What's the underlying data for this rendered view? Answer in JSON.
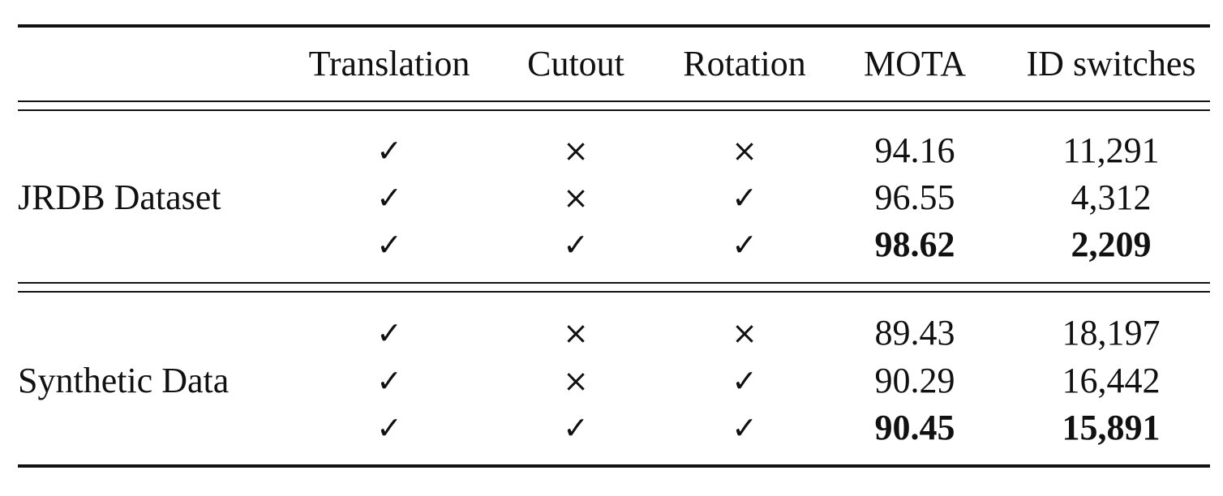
{
  "table": {
    "headers": [
      "",
      "Translation",
      "Cutout",
      "Rotation",
      "MOTA",
      "ID switches"
    ],
    "groups": [
      {
        "label": "JRDB Dataset",
        "rows": [
          {
            "translation": "✓",
            "cutout": "×",
            "rotation": "×",
            "mota": "94.16",
            "id_switches": "11,291",
            "bold": false
          },
          {
            "translation": "✓",
            "cutout": "×",
            "rotation": "✓",
            "mota": "96.55",
            "id_switches": "4,312",
            "bold": false
          },
          {
            "translation": "✓",
            "cutout": "✓",
            "rotation": "✓",
            "mota": "98.62",
            "id_switches": "2,209",
            "bold": true
          }
        ]
      },
      {
        "label": "Synthetic Data",
        "rows": [
          {
            "translation": "✓",
            "cutout": "×",
            "rotation": "×",
            "mota": "89.43",
            "id_switches": "18,197",
            "bold": false
          },
          {
            "translation": "✓",
            "cutout": "×",
            "rotation": "✓",
            "mota": "90.29",
            "id_switches": "16,442",
            "bold": false
          },
          {
            "translation": "✓",
            "cutout": "✓",
            "rotation": "✓",
            "mota": "90.45",
            "id_switches": "15,891",
            "bold": true
          }
        ]
      }
    ]
  }
}
